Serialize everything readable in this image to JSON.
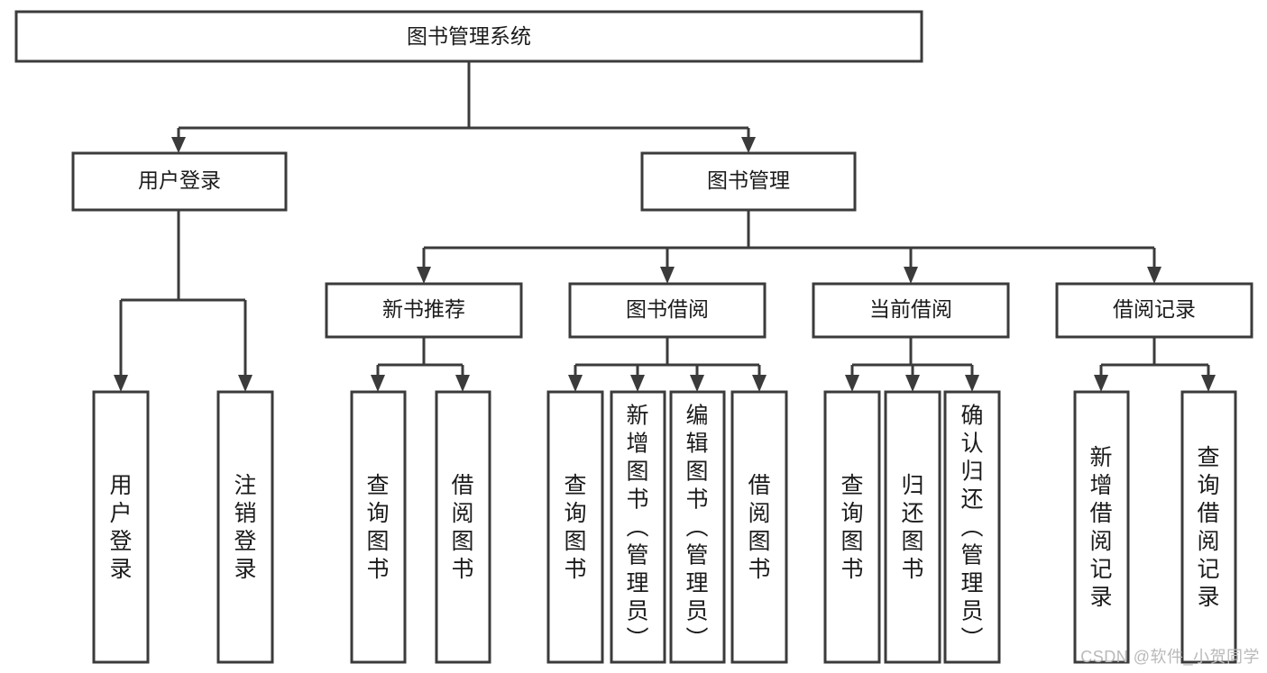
{
  "diagram": {
    "title": "图书管理系统",
    "type": "hierarchy-tree",
    "root": {
      "id": "root",
      "label": "图书管理系统",
      "orientation": "horizontal"
    },
    "level2": [
      {
        "id": "user-login",
        "label": "用户登录",
        "orientation": "horizontal"
      },
      {
        "id": "book-management",
        "label": "图书管理",
        "orientation": "horizontal"
      }
    ],
    "level3": [
      {
        "id": "new-book-recommend",
        "label": "新书推荐",
        "orientation": "horizontal",
        "parent": "book-management"
      },
      {
        "id": "book-borrow",
        "label": "图书借阅",
        "orientation": "horizontal",
        "parent": "book-management"
      },
      {
        "id": "current-borrow",
        "label": "当前借阅",
        "orientation": "horizontal",
        "parent": "book-management"
      },
      {
        "id": "borrow-record",
        "label": "借阅记录",
        "orientation": "horizontal",
        "parent": "book-management"
      }
    ],
    "leaves": [
      {
        "id": "leaf-user-login",
        "label": "用户登录",
        "orientation": "vertical",
        "parent": "user-login"
      },
      {
        "id": "leaf-logout-login",
        "label": "注销登录",
        "orientation": "vertical",
        "parent": "user-login"
      },
      {
        "id": "leaf-query-book-1",
        "label": "查询图书",
        "orientation": "vertical",
        "parent": "new-book-recommend"
      },
      {
        "id": "leaf-borrow-book-1",
        "label": "借阅图书",
        "orientation": "vertical",
        "parent": "new-book-recommend"
      },
      {
        "id": "leaf-query-book-2",
        "label": "查询图书",
        "orientation": "vertical",
        "parent": "book-borrow"
      },
      {
        "id": "leaf-add-book",
        "label": "新增图书（管理员）",
        "orientation": "vertical",
        "parent": "book-borrow"
      },
      {
        "id": "leaf-edit-book",
        "label": "编辑图书（管理员）",
        "orientation": "vertical",
        "parent": "book-borrow"
      },
      {
        "id": "leaf-borrow-book-2",
        "label": "借阅图书",
        "orientation": "vertical",
        "parent": "book-borrow"
      },
      {
        "id": "leaf-query-book-3",
        "label": "查询图书",
        "orientation": "vertical",
        "parent": "current-borrow"
      },
      {
        "id": "leaf-return-book",
        "label": "归还图书",
        "orientation": "vertical",
        "parent": "current-borrow"
      },
      {
        "id": "leaf-confirm-return",
        "label": "确认归还（管理员）",
        "orientation": "vertical",
        "parent": "current-borrow"
      },
      {
        "id": "leaf-add-record",
        "label": "新增借阅记录",
        "orientation": "vertical",
        "parent": "borrow-record"
      },
      {
        "id": "leaf-query-record",
        "label": "查询借阅记录",
        "orientation": "vertical",
        "parent": "borrow-record"
      }
    ],
    "colors": {
      "stroke": "#3b3b3b",
      "fill": "#ffffff",
      "text": "#1b1b1b",
      "background": "#ffffff",
      "watermark": "#b9b9b9"
    }
  },
  "watermark": {
    "text": "CSDN @软件_小贺同学"
  }
}
